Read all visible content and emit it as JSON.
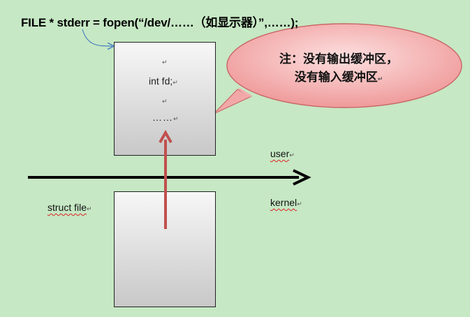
{
  "title_text": "FILE * stderr = fopen(“/dev/……（如显示器）”,……);",
  "top_box": {
    "code_line_1": "int fd;",
    "code_line_2": "……"
  },
  "callout": {
    "line1": "注：没有输出缓冲区，",
    "line2": "没有输入缓冲区"
  },
  "labels": {
    "user": "user",
    "kernel": "kernel",
    "struct_file": "struct file"
  },
  "paragraph_mark": "↵",
  "colors": {
    "background": "#c6e8c4",
    "callout_fill": "#f2a0a0",
    "callout_border": "#d06060",
    "arrow_red": "#c0504d",
    "divider": "#000000",
    "pointer_curve": "#4a7fc0"
  }
}
